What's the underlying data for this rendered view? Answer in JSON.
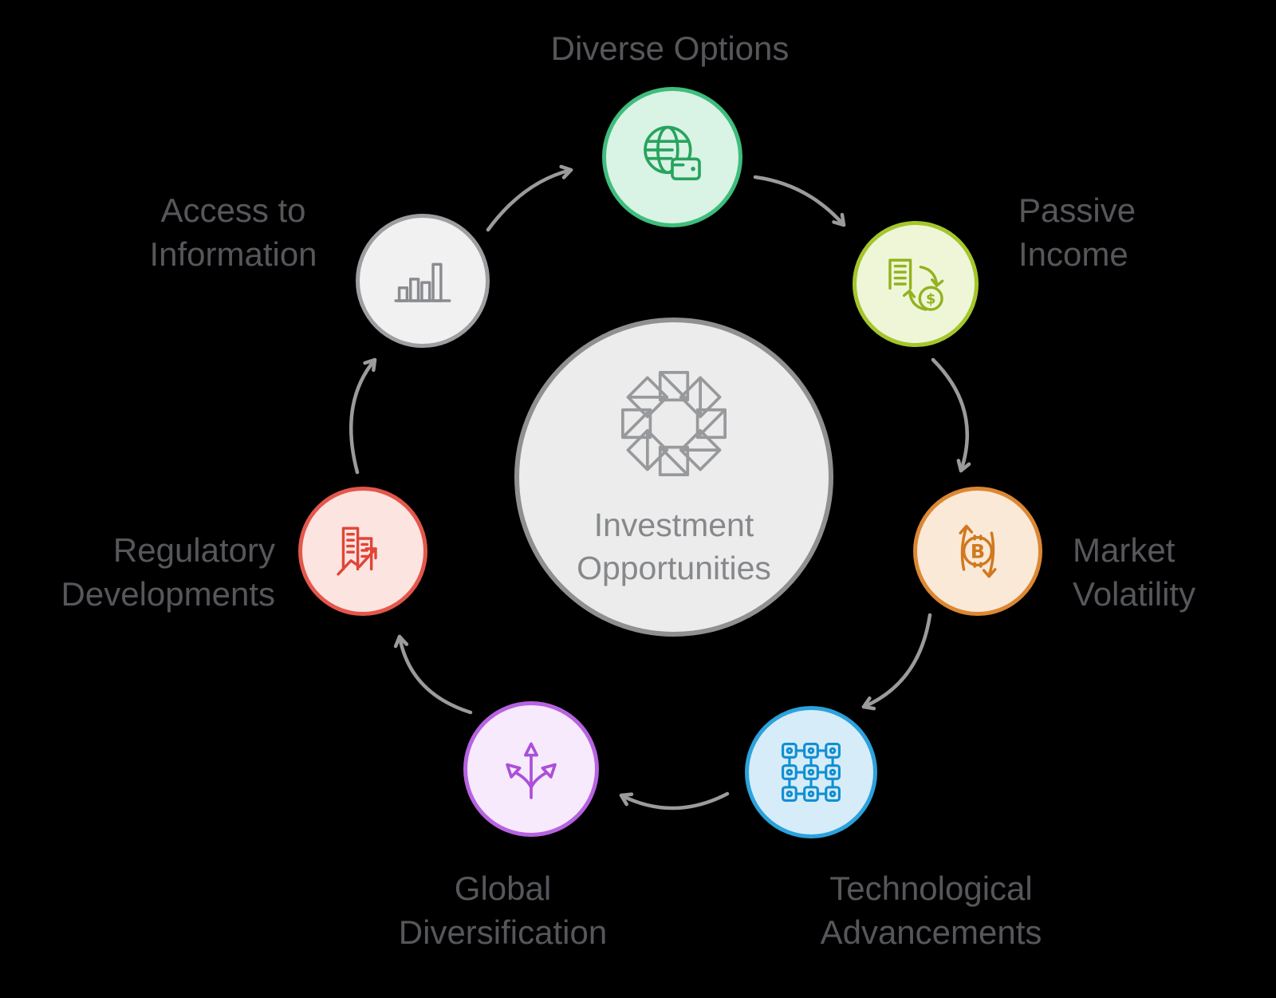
{
  "background_color": "#000000",
  "label_color": "#56575b",
  "center": {
    "title_lines": [
      "Investment",
      "Opportunities"
    ],
    "icon": "geometric-star-icon",
    "fill_color": "#ececec",
    "border_color": "#8f9092",
    "icon_color": "#97999c",
    "text_color": "#86888b"
  },
  "nodes": [
    {
      "id": "diverse-options",
      "lines": [
        "Diverse Options"
      ],
      "icon": "globe-wallet-icon",
      "border_color": "#3fbd7c",
      "fill_color": "#d9f3e5",
      "icon_color": "#27a35e"
    },
    {
      "id": "passive-income",
      "lines": [
        "Passive",
        "Income"
      ],
      "icon": "building-currency-cycle-icon",
      "border_color": "#a4c62c",
      "fill_color": "#eff6d8",
      "icon_color": "#94b21e"
    },
    {
      "id": "market-volatility",
      "lines": [
        "Market",
        "Volatility"
      ],
      "icon": "bitcoin-up-down-icon",
      "border_color": "#dc8733",
      "fill_color": "#fbe9d8",
      "icon_color": "#d0791f"
    },
    {
      "id": "technological-advancements",
      "lines": [
        "Technological",
        "Advancements"
      ],
      "icon": "blockchain-grid-icon",
      "border_color": "#2ba2dc",
      "fill_color": "#d6ecf9",
      "icon_color": "#118fd2"
    },
    {
      "id": "global-diversification",
      "lines": [
        "Global",
        "Diversification"
      ],
      "icon": "branching-arrows-icon",
      "border_color": "#b763e1",
      "fill_color": "#f6eafc",
      "icon_color": "#ab4fd8"
    },
    {
      "id": "regulatory-developments",
      "lines": [
        "Regulatory",
        "Developments"
      ],
      "icon": "building-trend-arrow-icon",
      "border_color": "#e4574b",
      "fill_color": "#fce4e1",
      "icon_color": "#e04537"
    },
    {
      "id": "access-to-information",
      "lines": [
        "Access to",
        "Information"
      ],
      "icon": "bar-chart-icon",
      "border_color": "#9d9ea1",
      "fill_color": "#f1f1f2",
      "icon_color": "#8a8c8f"
    }
  ],
  "arrows": {
    "color": "#9b9b9b",
    "direction": "clockwise",
    "links": [
      {
        "from": "access-to-information",
        "to": "diverse-options"
      },
      {
        "from": "diverse-options",
        "to": "passive-income"
      },
      {
        "from": "passive-income",
        "to": "market-volatility"
      },
      {
        "from": "market-volatility",
        "to": "technological-advancements"
      },
      {
        "from": "technological-advancements",
        "to": "global-diversification"
      },
      {
        "from": "global-diversification",
        "to": "regulatory-developments"
      },
      {
        "from": "regulatory-developments",
        "to": "access-to-information"
      }
    ]
  }
}
